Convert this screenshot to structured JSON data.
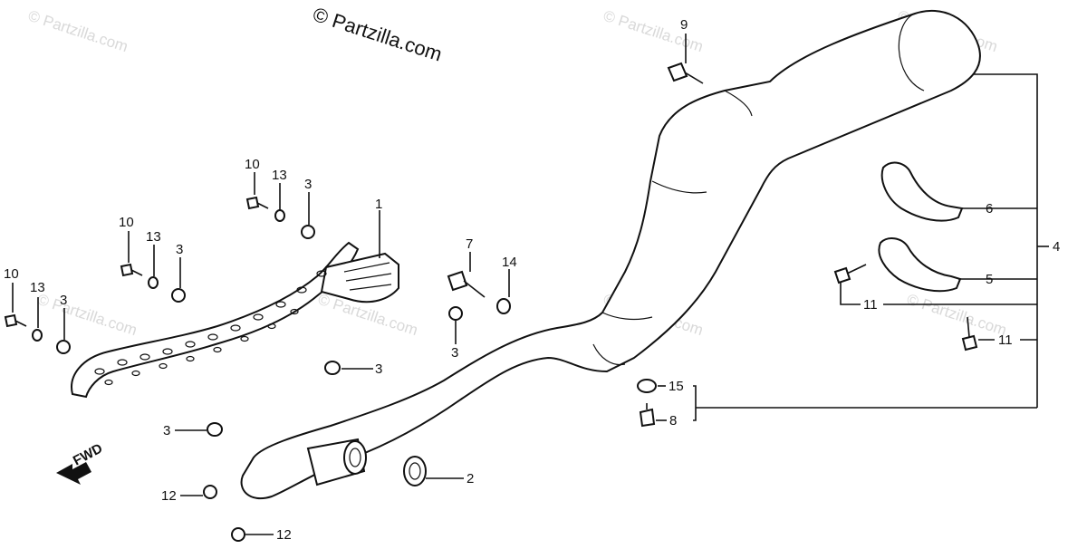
{
  "copyright": "© Partzilla.com",
  "watermark": "© Partzilla.com",
  "fwd_label": "FWD",
  "callouts": {
    "c1": "1",
    "c2": "2",
    "c3a": "3",
    "c3b": "3",
    "c3c": "3",
    "c3d": "3",
    "c3e": "3",
    "c3f": "3",
    "c4": "4",
    "c5": "5",
    "c6": "6",
    "c7": "7",
    "c8": "8",
    "c9": "9",
    "c10a": "10",
    "c10b": "10",
    "c10c": "10",
    "c11a": "11",
    "c11b": "11",
    "c12a": "12",
    "c12b": "12",
    "c13a": "13",
    "c13b": "13",
    "c13c": "13",
    "c14": "14",
    "c15": "15"
  }
}
